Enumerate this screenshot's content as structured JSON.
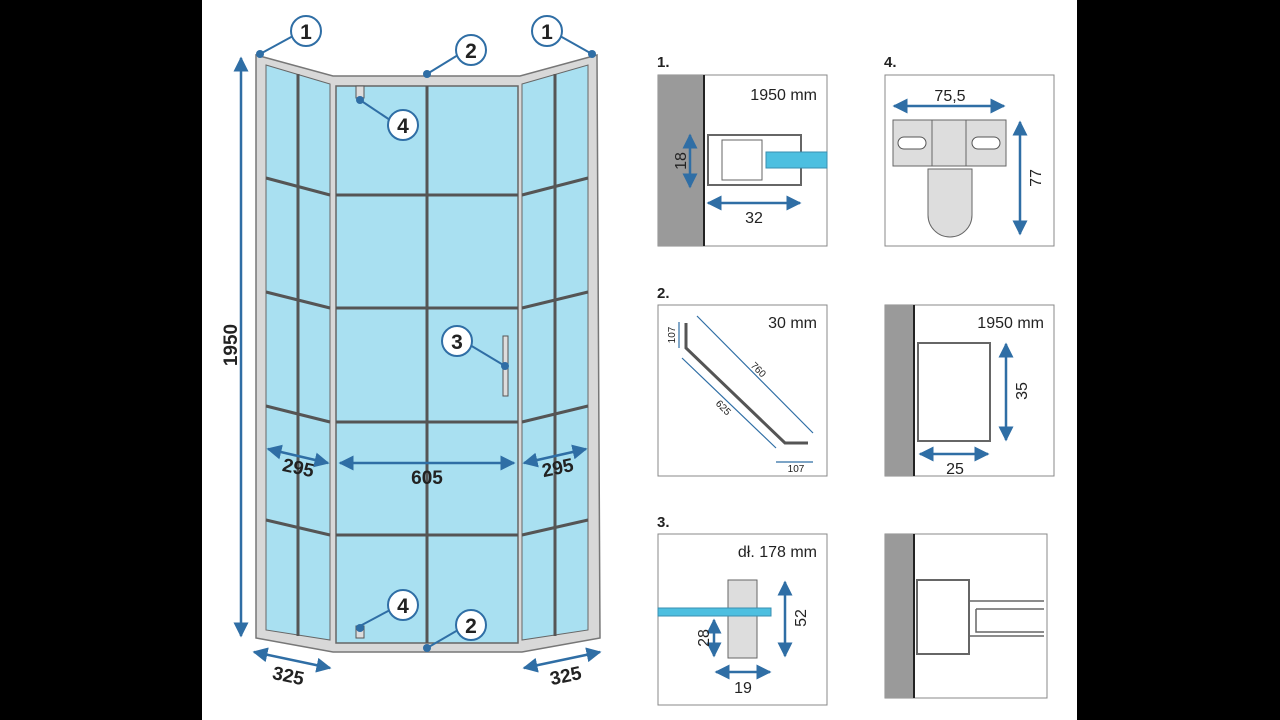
{
  "colors": {
    "glass": "#a9e0f1",
    "frame": "#7d7d7d",
    "dimension": "#2f6ea5",
    "wall": "#9a9a9a",
    "detail_glass": "#4dbfe0"
  },
  "main": {
    "callouts": [
      "1",
      "2",
      "1",
      "4",
      "3",
      "4",
      "2"
    ],
    "height": "1950",
    "width_side_left": "295",
    "width_front": "605",
    "width_side_right": "295",
    "depth_left": "325",
    "depth_right": "325"
  },
  "details": [
    {
      "number": "1.",
      "note": "1950 mm",
      "dims": [
        "18",
        "32"
      ]
    },
    {
      "number": "4.",
      "note": "",
      "dims": [
        "75,5",
        "77"
      ]
    },
    {
      "number": "2.",
      "note": "30 mm",
      "dims": [
        "107",
        "760",
        "625",
        "107"
      ]
    },
    {
      "number": "",
      "note": "1950 mm",
      "dims": [
        "35",
        "25"
      ]
    },
    {
      "number": "3.",
      "note": "dł. 178 mm",
      "dims": [
        "28",
        "52",
        "19"
      ]
    },
    {
      "number": "",
      "note": "",
      "dims": []
    }
  ]
}
